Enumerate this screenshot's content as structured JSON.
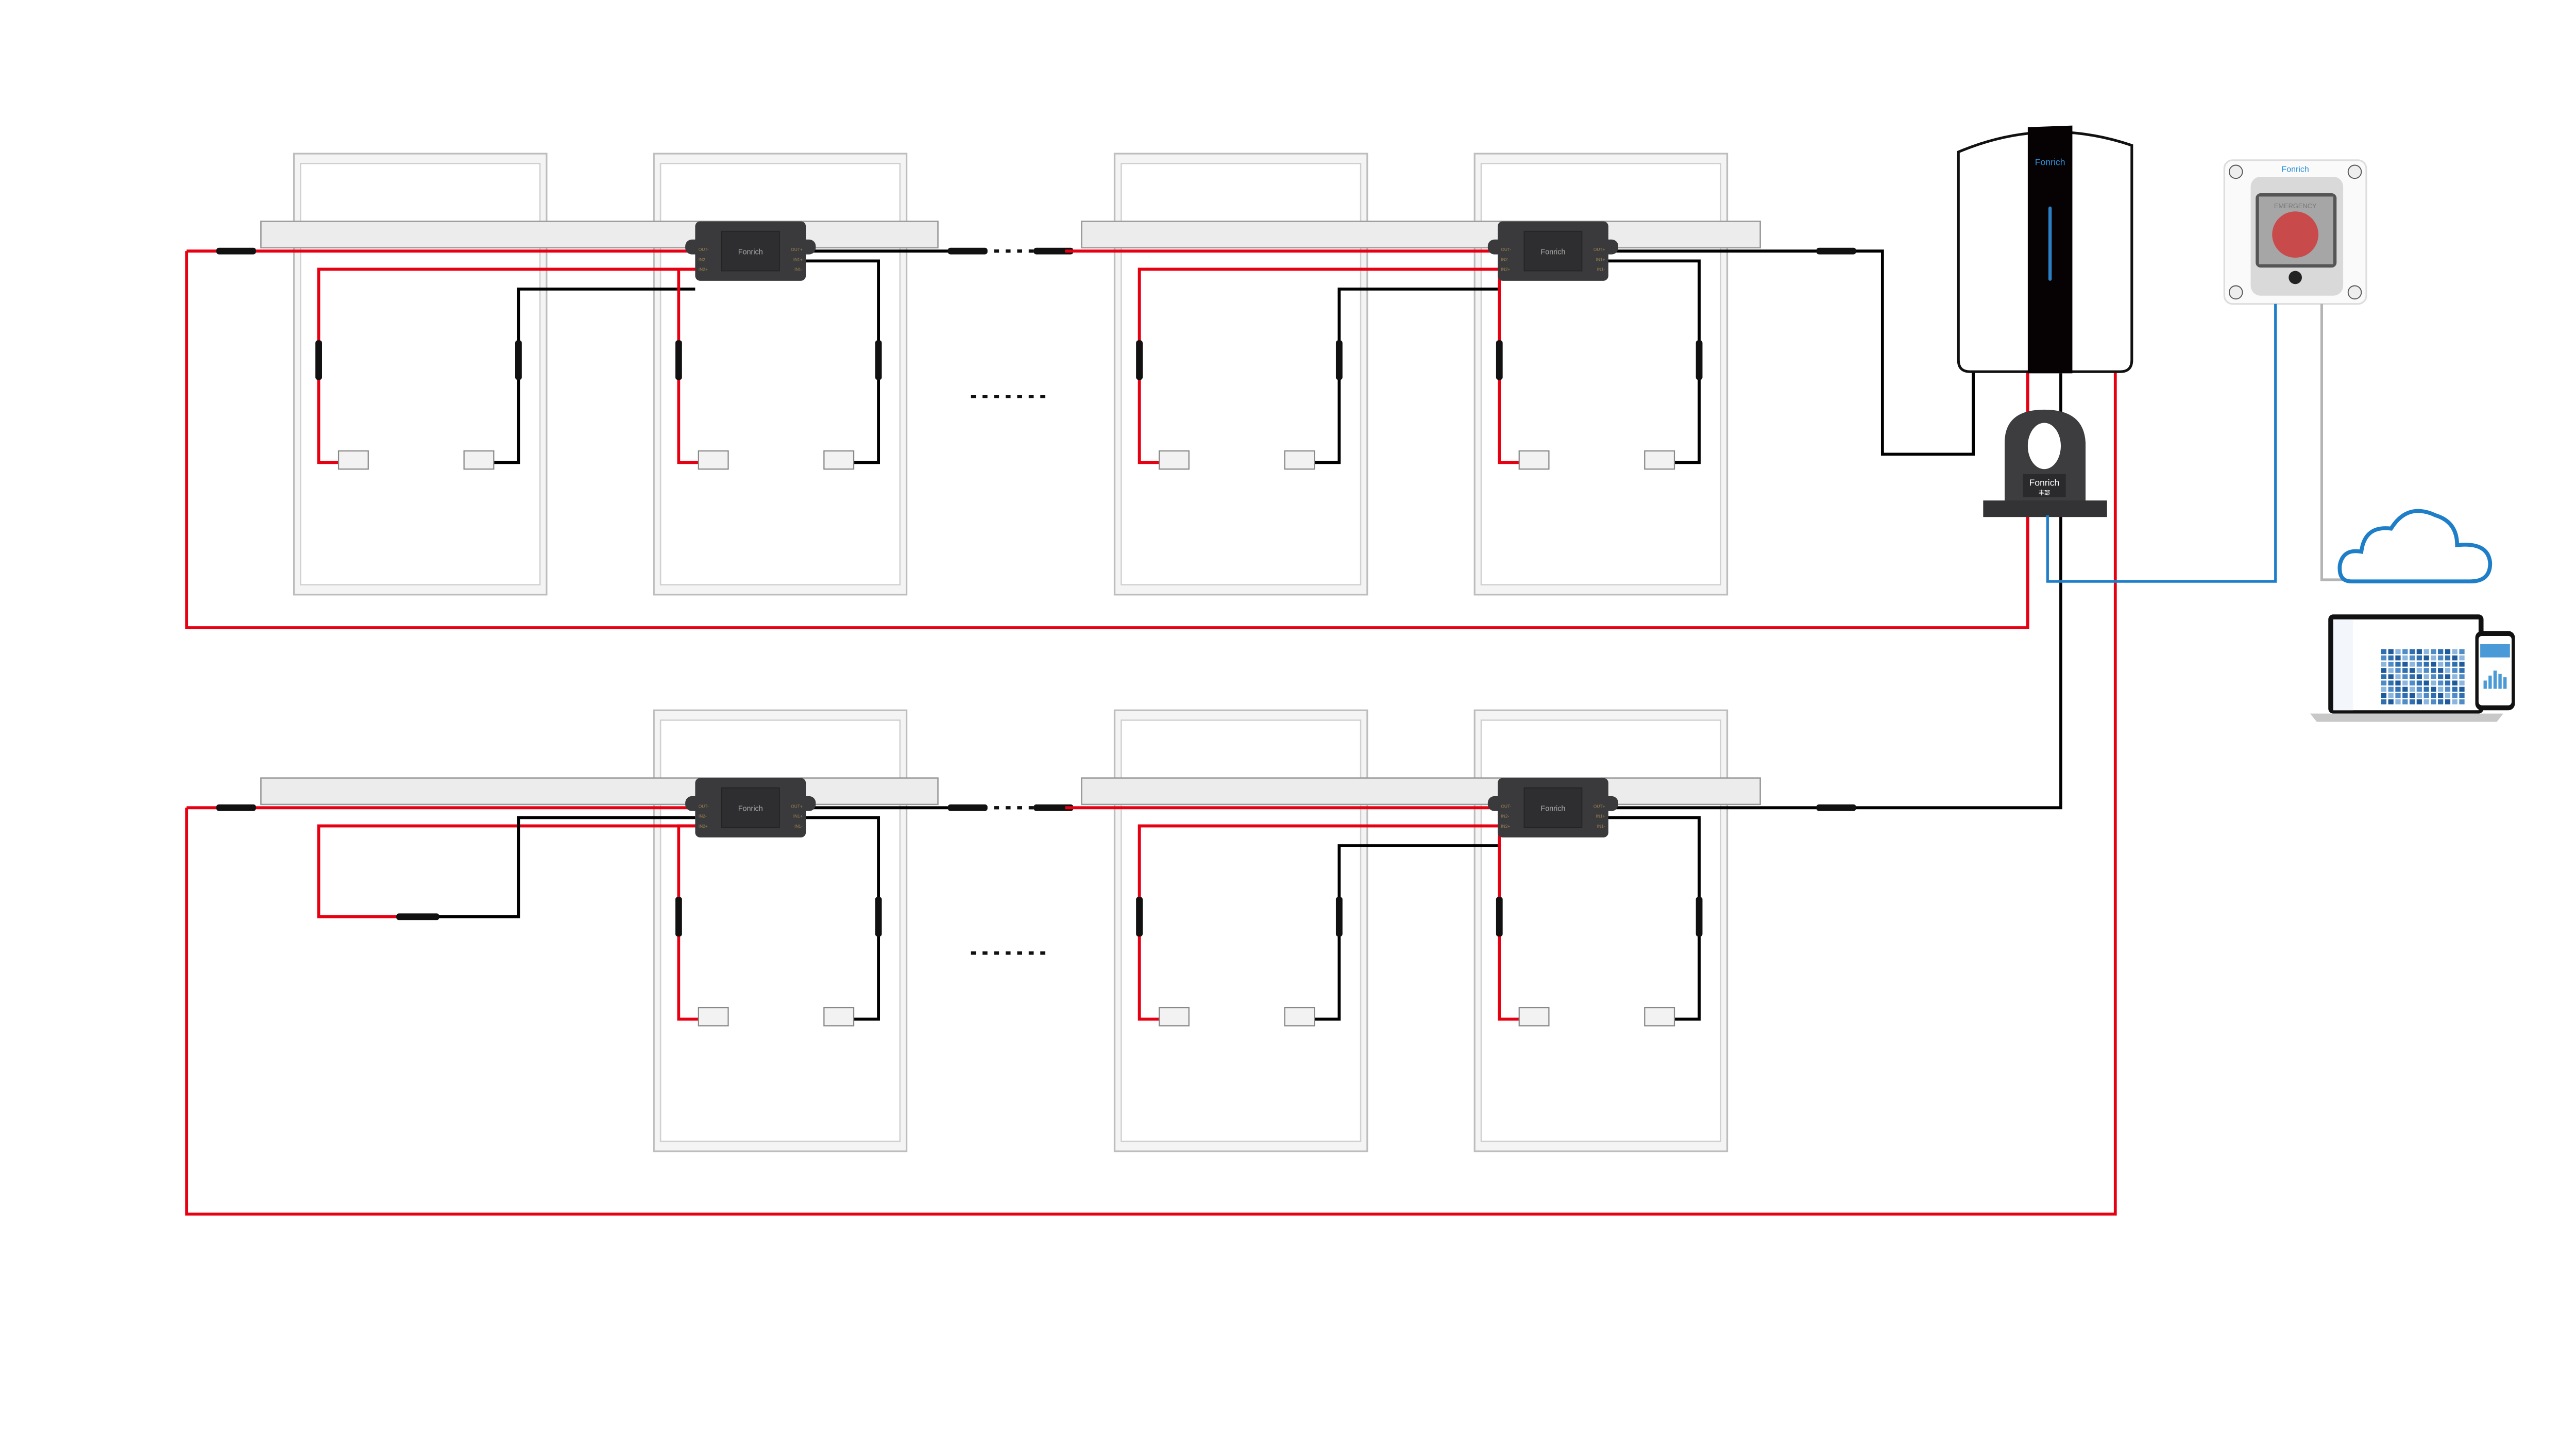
{
  "brand": {
    "logo_text": "Fonrich",
    "logo_subtext": "丰郅"
  },
  "optimizer": {
    "ports_left": [
      "OUT-",
      "IN2-",
      "IN2+"
    ],
    "ports_right": [
      "OUT+",
      "IN1+",
      "IN1-"
    ]
  },
  "emergency_switch": {
    "label": "EMERGENCY"
  },
  "colors": {
    "positive_wire": "#e60012",
    "negative_wire": "#000000",
    "communication_wire": "#1e7ec8",
    "signal_wire": "#b4b4b4",
    "optimizer_body": "#3a3a3c",
    "panel_frame": "#ececec",
    "cloud": "#1e7ec8",
    "accent": "#2b8fd6"
  },
  "icons": [
    "cloud-icon",
    "laptop-icon",
    "phone-icon",
    "emergency-stop-icon",
    "current-transformer-icon",
    "gateway-icon"
  ]
}
